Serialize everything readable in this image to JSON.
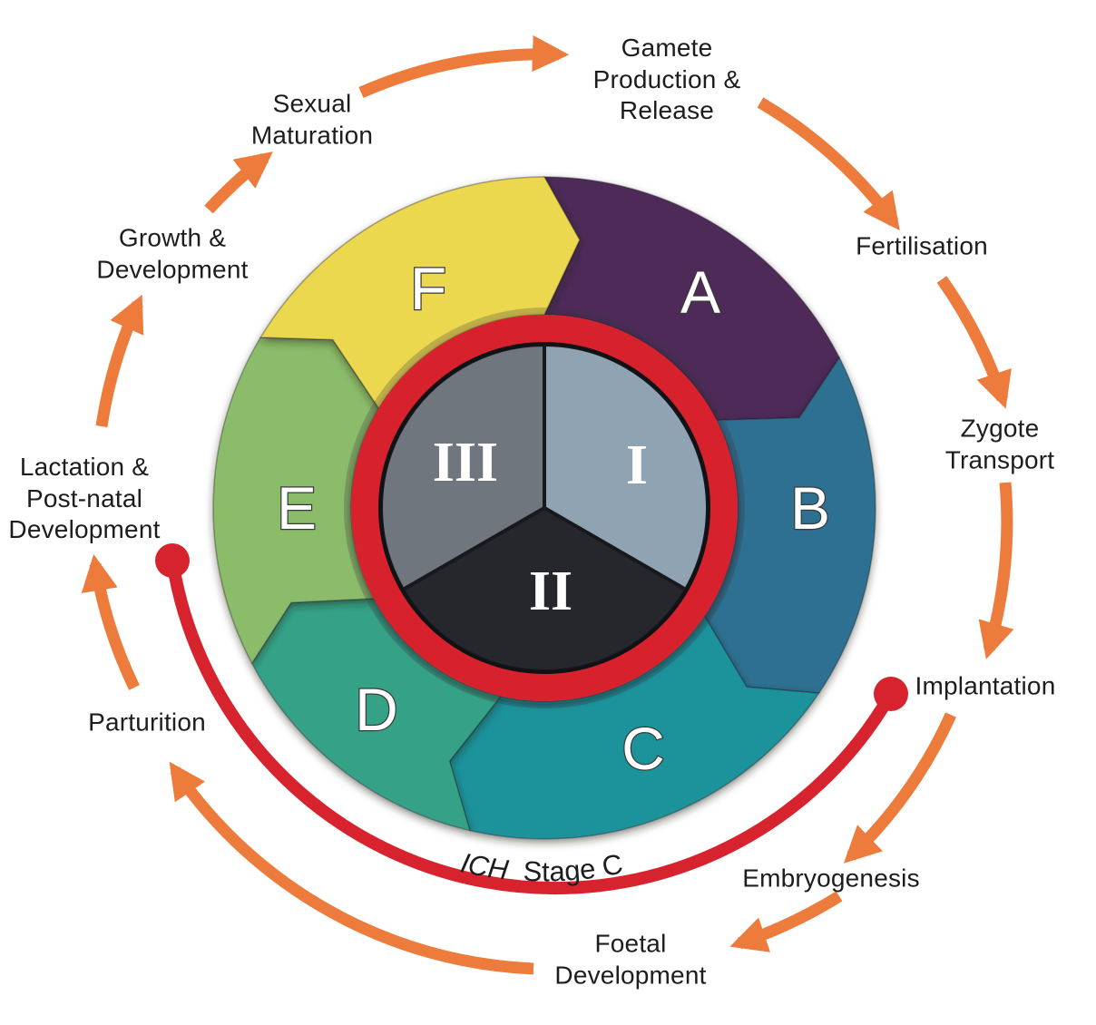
{
  "colors": {
    "orange": "#ec7b3c",
    "red": "#d7232e",
    "text": "#1d1d1d",
    "pie_outline": "#101215"
  },
  "segments": [
    {
      "letter": "A",
      "color": "#4e2b59"
    },
    {
      "letter": "B",
      "color": "#2e6f91"
    },
    {
      "letter": "C",
      "color": "#1f929b"
    },
    {
      "letter": "D",
      "color": "#36a287"
    },
    {
      "letter": "E",
      "color": "#8bbc6b"
    },
    {
      "letter": "F",
      "color": "#ebd84f"
    }
  ],
  "inner_sectors": [
    {
      "numeral": "I",
      "color": "#8fa3b2"
    },
    {
      "numeral": "II",
      "color": "#26272d"
    },
    {
      "numeral": "III",
      "color": "#6f767e"
    }
  ],
  "stages": [
    {
      "id": "gamete",
      "label": "Gamete\nProduction &\nRelease"
    },
    {
      "id": "fertilisation",
      "label": "Fertilisation"
    },
    {
      "id": "zygote",
      "label": "Zygote\nTransport"
    },
    {
      "id": "implantation",
      "label": "Implantation"
    },
    {
      "id": "embryogenesis",
      "label": "Embryogenesis"
    },
    {
      "id": "foetal",
      "label": "Foetal\nDevelopment"
    },
    {
      "id": "parturition",
      "label": "Parturition"
    },
    {
      "id": "lactation",
      "label": "Lactation &\nPost-natal\nDevelopment"
    },
    {
      "id": "growth",
      "label": "Growth &\nDevelopment"
    },
    {
      "id": "sexual",
      "label": "Sexual\nMaturation"
    }
  ],
  "arc_label": {
    "italic_part": "ICH",
    "regular_part": "Stage C"
  }
}
